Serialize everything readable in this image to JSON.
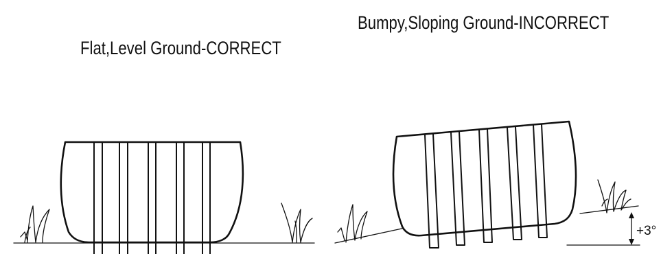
{
  "panels": {
    "correct": {
      "title": "Flat,Level Ground-CORRECT"
    },
    "incorrect": {
      "title": "Bumpy,Sloping Ground-INCORRECT",
      "angle_label": "+3°"
    }
  }
}
